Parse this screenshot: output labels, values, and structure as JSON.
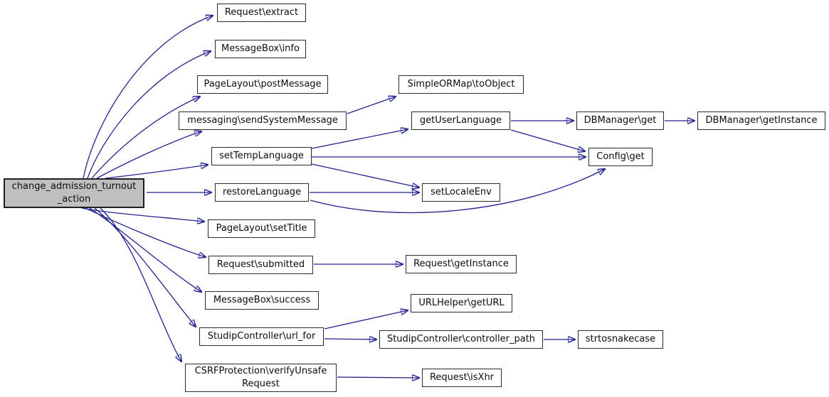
{
  "diagram": {
    "type": "call-graph",
    "root_function": "change_admission_turnout_action",
    "node_count": 23,
    "edge_count": 25
  },
  "colors": {
    "background": "#ffffff",
    "edge": "#222291",
    "node_fill": "#ffffff",
    "node_border": "#2a2a2a",
    "root_fill": "#bfbfbf",
    "text": "#0d0d0d"
  },
  "nodes": [
    {
      "id": "change-admission-turnout-action",
      "label": "change_admission_turnout\n_action"
    },
    {
      "id": "request-extract",
      "label": "Request\\extract"
    },
    {
      "id": "messagebox-info",
      "label": "MessageBox\\info"
    },
    {
      "id": "pagelayout-postmessage",
      "label": "PageLayout\\postMessage"
    },
    {
      "id": "messaging-sendsystemmessage",
      "label": "messaging\\sendSystemMessage"
    },
    {
      "id": "settemplanguage",
      "label": "setTempLanguage"
    },
    {
      "id": "restorelanguage",
      "label": "restoreLanguage"
    },
    {
      "id": "pagelayout-settitle",
      "label": "PageLayout\\setTitle"
    },
    {
      "id": "request-submitted",
      "label": "Request\\submitted"
    },
    {
      "id": "messagebox-success",
      "label": "MessageBox\\success"
    },
    {
      "id": "studipcontroller-url-for",
      "label": "StudipController\\url_for"
    },
    {
      "id": "csrfprotection-verifyunsaferequest",
      "label": "CSRFProtection\\verifyUnsafe\nRequest"
    },
    {
      "id": "simpleormap-toobject",
      "label": "SimpleORMap\\toObject"
    },
    {
      "id": "getuserlanguage",
      "label": "getUserLanguage"
    },
    {
      "id": "setlocaleenv",
      "label": "setLocaleEnv"
    },
    {
      "id": "request-getinstance",
      "label": "Request\\getInstance"
    },
    {
      "id": "urlhelper-geturl",
      "label": "URLHelper\\getURL"
    },
    {
      "id": "studipcontroller-controller-path",
      "label": "StudipController\\controller_path"
    },
    {
      "id": "strtosnakecase",
      "label": "strtosnakecase"
    },
    {
      "id": "dbmanager-get",
      "label": "DBManager\\get"
    },
    {
      "id": "dbmanager-getinstance",
      "label": "DBManager\\getInstance"
    },
    {
      "id": "config-get",
      "label": "Config\\get"
    },
    {
      "id": "request-isxhr",
      "label": "Request\\isXhr"
    }
  ],
  "edges": [
    {
      "from": "change_admission_turnout_action",
      "to": "Request\\extract"
    },
    {
      "from": "change_admission_turnout_action",
      "to": "MessageBox\\info"
    },
    {
      "from": "change_admission_turnout_action",
      "to": "PageLayout\\postMessage"
    },
    {
      "from": "change_admission_turnout_action",
      "to": "messaging\\sendSystemMessage"
    },
    {
      "from": "change_admission_turnout_action",
      "to": "setTempLanguage"
    },
    {
      "from": "change_admission_turnout_action",
      "to": "restoreLanguage"
    },
    {
      "from": "change_admission_turnout_action",
      "to": "PageLayout\\setTitle"
    },
    {
      "from": "change_admission_turnout_action",
      "to": "Request\\submitted"
    },
    {
      "from": "change_admission_turnout_action",
      "to": "MessageBox\\success"
    },
    {
      "from": "change_admission_turnout_action",
      "to": "StudipController\\url_for"
    },
    {
      "from": "change_admission_turnout_action",
      "to": "CSRFProtection\\verifyUnsafeRequest"
    },
    {
      "from": "messaging\\sendSystemMessage",
      "to": "SimpleORMap\\toObject"
    },
    {
      "from": "setTempLanguage",
      "to": "getUserLanguage"
    },
    {
      "from": "setTempLanguage",
      "to": "Config\\get"
    },
    {
      "from": "setTempLanguage",
      "to": "setLocaleEnv"
    },
    {
      "from": "restoreLanguage",
      "to": "setLocaleEnv"
    },
    {
      "from": "restoreLanguage",
      "to": "Config\\get"
    },
    {
      "from": "getUserLanguage",
      "to": "DBManager\\get"
    },
    {
      "from": "getUserLanguage",
      "to": "Config\\get"
    },
    {
      "from": "DBManager\\get",
      "to": "DBManager\\getInstance"
    },
    {
      "from": "Request\\submitted",
      "to": "Request\\getInstance"
    },
    {
      "from": "StudipController\\url_for",
      "to": "URLHelper\\getURL"
    },
    {
      "from": "StudipController\\url_for",
      "to": "StudipController\\controller_path"
    },
    {
      "from": "StudipController\\controller_path",
      "to": "strtosnakecase"
    },
    {
      "from": "CSRFProtection\\verifyUnsafeRequest",
      "to": "Request\\isXhr"
    }
  ]
}
